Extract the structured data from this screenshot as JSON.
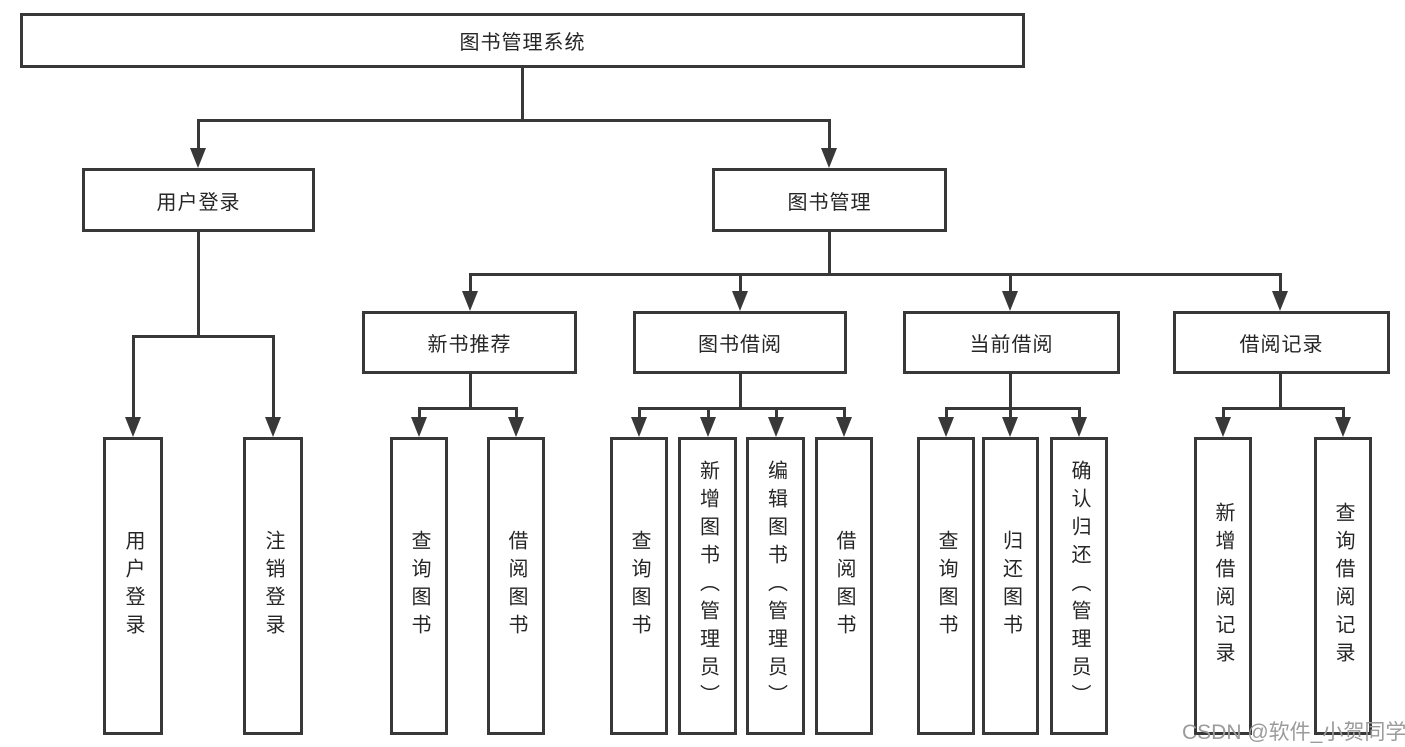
{
  "tree": {
    "label": "图书管理系统",
    "children": [
      {
        "label": "用户登录",
        "children": [
          {
            "label": "用户登录"
          },
          {
            "label": "注销登录"
          }
        ]
      },
      {
        "label": "图书管理",
        "children": [
          {
            "label": "新书推荐",
            "children": [
              {
                "label": "查询图书"
              },
              {
                "label": "借阅图书"
              }
            ]
          },
          {
            "label": "图书借阅",
            "children": [
              {
                "label": "查询图书"
              },
              {
                "label": "新增图书（管理员）"
              },
              {
                "label": "编辑图书（管理员）"
              },
              {
                "label": "借阅图书"
              }
            ]
          },
          {
            "label": "当前借阅",
            "children": [
              {
                "label": "查询图书"
              },
              {
                "label": "归还图书"
              },
              {
                "label": "确认归还（管理员）"
              }
            ]
          },
          {
            "label": "借阅记录",
            "children": [
              {
                "label": "新增借阅记录"
              },
              {
                "label": "查询借阅记录"
              }
            ]
          }
        ]
      }
    ]
  },
  "watermark": {
    "text": "CSDN @软件_小贺同学"
  },
  "colors": {
    "line": "#383838",
    "text": "#262626",
    "box_bg": "#ffffff",
    "watermark": "#9b9b9b"
  }
}
